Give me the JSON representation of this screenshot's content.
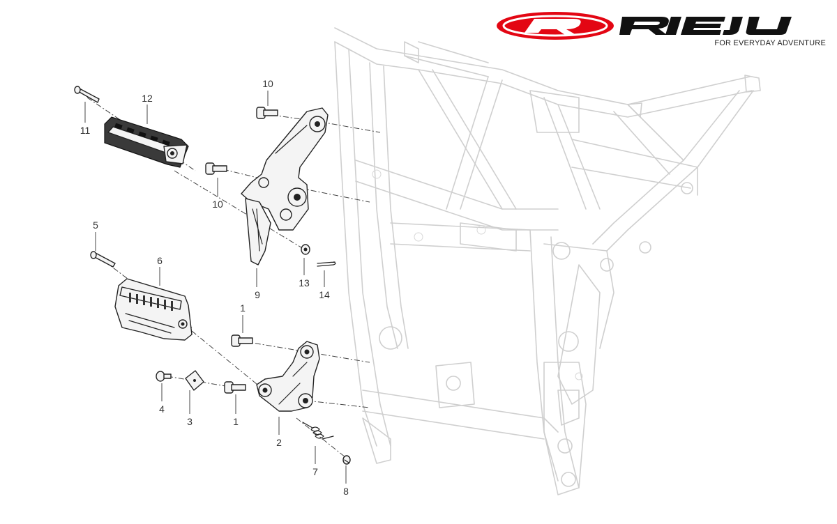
{
  "brand": {
    "name": "RIEJU",
    "tagline": "FOR EVERYDAY ADVENTURE",
    "colors": {
      "logo_red": "#e30613",
      "logo_black": "#111111"
    }
  },
  "callouts": [
    {
      "id": "10-top",
      "label": "10"
    },
    {
      "id": "12",
      "label": "12"
    },
    {
      "id": "11",
      "label": "11"
    },
    {
      "id": "10-mid",
      "label": "10"
    },
    {
      "id": "5",
      "label": "5"
    },
    {
      "id": "6",
      "label": "6"
    },
    {
      "id": "9",
      "label": "9"
    },
    {
      "id": "13",
      "label": "13"
    },
    {
      "id": "14",
      "label": "14"
    },
    {
      "id": "1-top",
      "label": "1"
    },
    {
      "id": "4",
      "label": "4"
    },
    {
      "id": "3",
      "label": "3"
    },
    {
      "id": "1-bottom",
      "label": "1"
    },
    {
      "id": "2",
      "label": "2"
    },
    {
      "id": "7",
      "label": "7"
    },
    {
      "id": "8",
      "label": "8"
    }
  ]
}
